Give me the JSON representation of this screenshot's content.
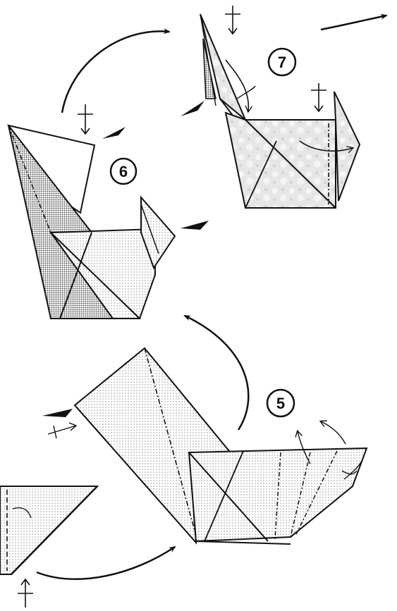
{
  "diagram": {
    "steps": [
      {
        "number": "5"
      },
      {
        "number": "6"
      },
      {
        "number": "7"
      }
    ],
    "colors": {
      "line": "#111111",
      "paper_white": "#ffffff",
      "paper_shaded": "#c9c9c9",
      "paper_dotted": "#e4e4e4"
    }
  }
}
